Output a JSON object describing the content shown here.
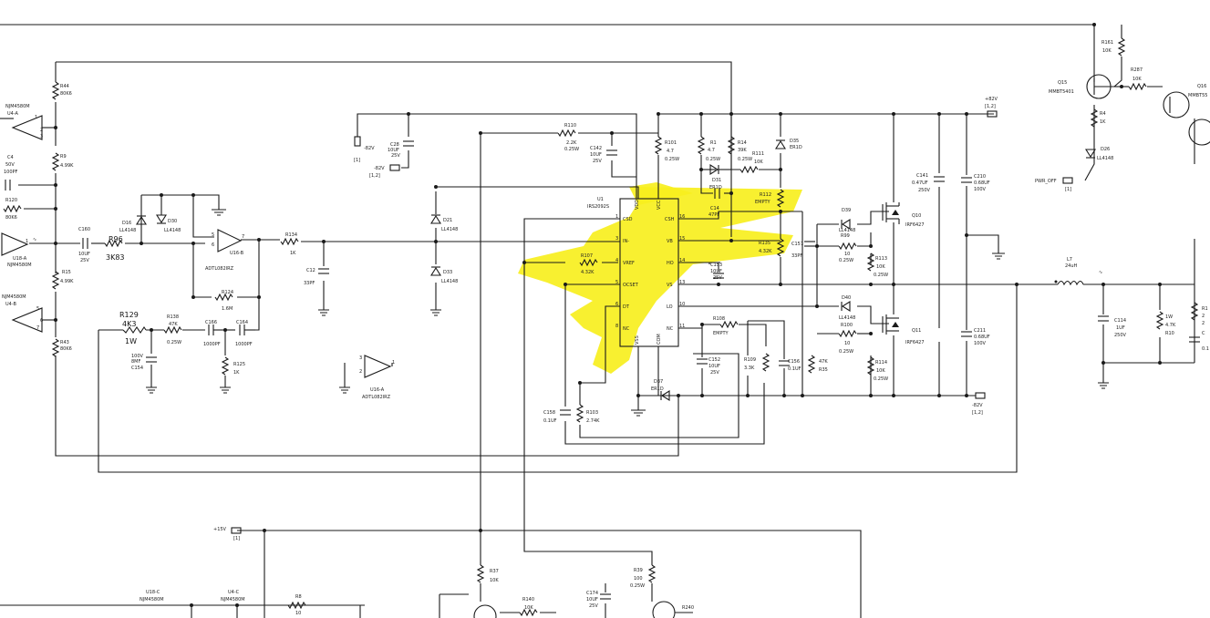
{
  "colors": {
    "wire": "#1a1a1a",
    "highlight": "#f7ef1e",
    "text": "#222222"
  },
  "opamps": {
    "u4a": {
      "ref": "NJM4580M",
      "part": "U4-A",
      "pins": [
        "1",
        "2",
        "3"
      ]
    },
    "u18a": {
      "ref": "U18-A",
      "part": "NJM4580M",
      "pins": [
        "1"
      ]
    },
    "u4b": {
      "ref": "NJM4580M",
      "part": "U4-B",
      "pins": [
        "5",
        "6",
        "7"
      ]
    },
    "u16b": {
      "ref": "U16-B",
      "part": "ADTL082IRZ",
      "pins": [
        "5",
        "6",
        "7"
      ]
    },
    "u16a": {
      "ref": "U16-A",
      "part": "ADTL082IRZ",
      "pins": [
        "3",
        "2",
        "1"
      ]
    },
    "u18c": {
      "ref": "U18-C",
      "part": "NJM4580M"
    },
    "u4c": {
      "ref": "U4-C",
      "part": "NJM4580M"
    }
  },
  "resistors": {
    "r44": [
      "R44",
      "80K6"
    ],
    "r9": [
      "R9",
      "4.99K"
    ],
    "r120": [
      "R120",
      "80K6"
    ],
    "r15": [
      "R15",
      "4.99K"
    ],
    "r43": [
      "R43",
      "80K6"
    ],
    "r96": [
      "R96",
      "3K83"
    ],
    "r129": [
      "R129",
      "4K3",
      "1W"
    ],
    "r138": [
      "R138",
      "47K",
      "0.25W"
    ],
    "r124": [
      "R124",
      "1.6M"
    ],
    "r125": [
      "R125",
      "1K"
    ],
    "r134": [
      "R134",
      "1K"
    ],
    "r110": [
      "R110",
      "2.2K",
      "0.25W"
    ],
    "r101": [
      "R101",
      "4.7",
      "0.25W"
    ],
    "r1": [
      "R1",
      "4.7",
      "0.25W"
    ],
    "r14": [
      "R14",
      "39K",
      "0.25W"
    ],
    "r111": [
      "R111",
      "10K"
    ],
    "r112": [
      "R112",
      "EMPTY"
    ],
    "r135": [
      "R135",
      "4.32K"
    ],
    "r107": [
      "R107",
      "4.32K"
    ],
    "r108": [
      "R108",
      "EMPTY"
    ],
    "r109": [
      "R109",
      "3.3K"
    ],
    "r35": [
      "47K",
      "R35"
    ],
    "r103": [
      "R103",
      "2.74K"
    ],
    "r99": [
      "R99",
      "10",
      "0.25W"
    ],
    "r113": [
      "R113",
      "10K",
      "0.25W"
    ],
    "r100": [
      "R100",
      "10",
      "0.25W"
    ],
    "r114": [
      "R114",
      "10K",
      "0.25W"
    ],
    "r161": [
      "R161",
      "10K"
    ],
    "r287": [
      "R287",
      "10K"
    ],
    "r4": [
      "R4",
      "1K"
    ],
    "r37": [
      "R37",
      "10K"
    ],
    "r140": [
      "R140",
      "10K"
    ],
    "r39": [
      "R39",
      "100",
      "0.25W"
    ],
    "r240": [
      "R240"
    ],
    "r8": [
      "R8",
      "10"
    ],
    "r10": [
      "1W",
      "4.7K",
      "R10"
    ],
    "r_edge": [
      "R1",
      "2",
      "2"
    ]
  },
  "capacitors": {
    "c4": [
      "C4",
      "50V",
      "100PF"
    ],
    "c160": [
      "C160",
      "10UF",
      "25V"
    ],
    "c154": [
      "100V",
      "8MF",
      "C154"
    ],
    "c166": [
      "C166",
      "1000PF"
    ],
    "c164": [
      "C164",
      "1000PF"
    ],
    "c12": [
      "C12",
      "33PF"
    ],
    "c28": [
      "C28",
      "10UF",
      "25V"
    ],
    "c142": [
      "C142",
      "10UF",
      "25V"
    ],
    "c14": [
      "C14",
      "47PF"
    ],
    "c157": [
      "C157",
      "33PF"
    ],
    "c153": [
      "C153",
      "10UF",
      "25V"
    ],
    "c152": [
      "C152",
      "10UF",
      "25V"
    ],
    "c156": [
      "C156",
      "0.1UF"
    ],
    "c158": [
      "C158",
      "0.1UF"
    ],
    "c141": [
      "C141",
      "0.47UF",
      "250V"
    ],
    "c210": [
      "C210",
      "0.68UF",
      "100V"
    ],
    "c211": [
      "C211",
      "0.68UF",
      "100V"
    ],
    "c114": [
      "C114",
      "1UF",
      "250V"
    ],
    "c174": [
      "C174",
      "10UF",
      "25V"
    ],
    "c_edge": [
      "C",
      "0.1"
    ]
  },
  "diodes": {
    "d16": [
      "D16",
      "LL4148"
    ],
    "d30": [
      "D30",
      "LL4148"
    ],
    "d21": [
      "D21",
      "LL4148"
    ],
    "d33": [
      "D33",
      "LL4148"
    ],
    "d31": [
      "D31",
      "ER1D"
    ],
    "d35": [
      "D35",
      "ER1D"
    ],
    "d39": [
      "D39",
      "LL4148"
    ],
    "d40": [
      "D40",
      "LL4148"
    ],
    "d37": [
      "D37",
      "ER1D"
    ],
    "d26": [
      "D26",
      "LL4148"
    ]
  },
  "transistors": {
    "q10": [
      "Q10",
      "IRF6427"
    ],
    "q11": [
      "Q11",
      "IRF6427"
    ],
    "q15": [
      "Q15",
      "MMBT5401"
    ],
    "q16": [
      "Q16",
      "MMBT55"
    ]
  },
  "inductor": {
    "ref": "L7",
    "value": "24uH"
  },
  "ic": {
    "ref": "U1",
    "part": "IRS2092S",
    "top_pins": [
      "VDD",
      "VCC"
    ],
    "bottom_pins": [
      "VSS",
      "COM"
    ],
    "left_pins": [
      {
        "num": "1",
        "name": "CSD"
      },
      {
        "num": "3",
        "name": "IN-"
      },
      {
        "num": "4",
        "name": "VREF"
      },
      {
        "num": "5",
        "name": "OCSET"
      },
      {
        "num": "6",
        "name": "DT"
      },
      {
        "num": "8",
        "name": "NC"
      }
    ],
    "right_pins": [
      {
        "num": "16",
        "name": "CSH"
      },
      {
        "num": "15",
        "name": "VB"
      },
      {
        "num": "14",
        "name": "HO"
      },
      {
        "num": "13",
        "name": "VS"
      },
      {
        "num": "10",
        "name": "LO"
      },
      {
        "num": "11",
        "name": "NC"
      }
    ]
  },
  "power": {
    "pos82": [
      "+82V",
      "[1,2]"
    ],
    "neg82": [
      "-82V",
      "[1,2]"
    ],
    "neg82_left": [
      "-82V",
      "[1]"
    ],
    "neg82_left2": [
      "-82V",
      "[1,2]"
    ],
    "pos15": [
      "+15V",
      "[1]"
    ],
    "pwr_off": [
      "PWR_OFF",
      "[1]"
    ]
  }
}
